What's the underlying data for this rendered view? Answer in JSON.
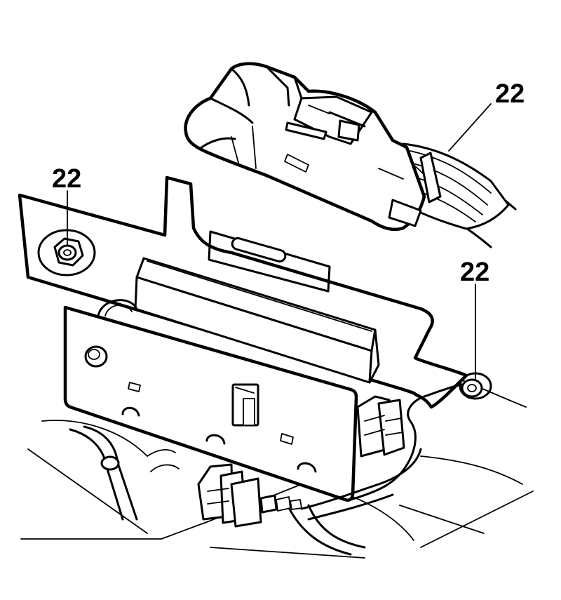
{
  "callouts": [
    {
      "id": "harness-connector",
      "label": "22"
    },
    {
      "id": "left-nut",
      "label": "22"
    },
    {
      "id": "right-nut",
      "label": "22"
    }
  ]
}
